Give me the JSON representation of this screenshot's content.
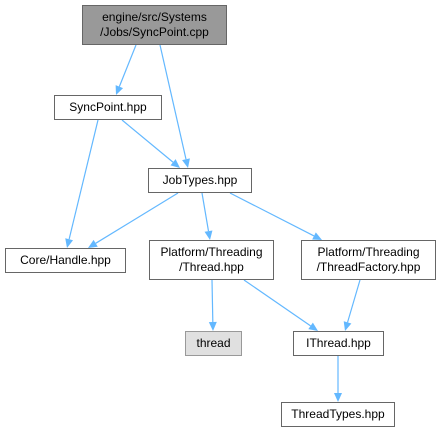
{
  "graph": {
    "colors": {
      "edge": "#63b8ff",
      "focus_fill": "#999999",
      "system_fill": "#e0e0e0",
      "border": "#666666"
    },
    "nodes": [
      {
        "id": "syncpoint_cpp",
        "label": "engine/src/Systems\n/Jobs/SyncPoint.cpp",
        "kind": "focus"
      },
      {
        "id": "syncpoint_hpp",
        "label": "SyncPoint.hpp",
        "kind": "file"
      },
      {
        "id": "jobtypes_hpp",
        "label": "JobTypes.hpp",
        "kind": "file"
      },
      {
        "id": "handle_hpp",
        "label": "Core/Handle.hpp",
        "kind": "file"
      },
      {
        "id": "thread_hpp",
        "label": "Platform/Threading\n/Thread.hpp",
        "kind": "file"
      },
      {
        "id": "threadfactory_hpp",
        "label": "Platform/Threading\n/ThreadFactory.hpp",
        "kind": "file"
      },
      {
        "id": "thread_sys",
        "label": "thread",
        "kind": "system"
      },
      {
        "id": "ithread_hpp",
        "label": "IThread.hpp",
        "kind": "file"
      },
      {
        "id": "threadtypes_hpp",
        "label": "ThreadTypes.hpp",
        "kind": "file"
      }
    ],
    "edges": [
      {
        "from": "syncpoint_cpp",
        "to": "syncpoint_hpp"
      },
      {
        "from": "syncpoint_cpp",
        "to": "jobtypes_hpp"
      },
      {
        "from": "syncpoint_hpp",
        "to": "handle_hpp"
      },
      {
        "from": "syncpoint_hpp",
        "to": "jobtypes_hpp"
      },
      {
        "from": "jobtypes_hpp",
        "to": "handle_hpp"
      },
      {
        "from": "jobtypes_hpp",
        "to": "thread_hpp"
      },
      {
        "from": "jobtypes_hpp",
        "to": "threadfactory_hpp"
      },
      {
        "from": "thread_hpp",
        "to": "thread_sys"
      },
      {
        "from": "thread_hpp",
        "to": "ithread_hpp"
      },
      {
        "from": "threadfactory_hpp",
        "to": "ithread_hpp"
      },
      {
        "from": "ithread_hpp",
        "to": "threadtypes_hpp"
      }
    ]
  }
}
